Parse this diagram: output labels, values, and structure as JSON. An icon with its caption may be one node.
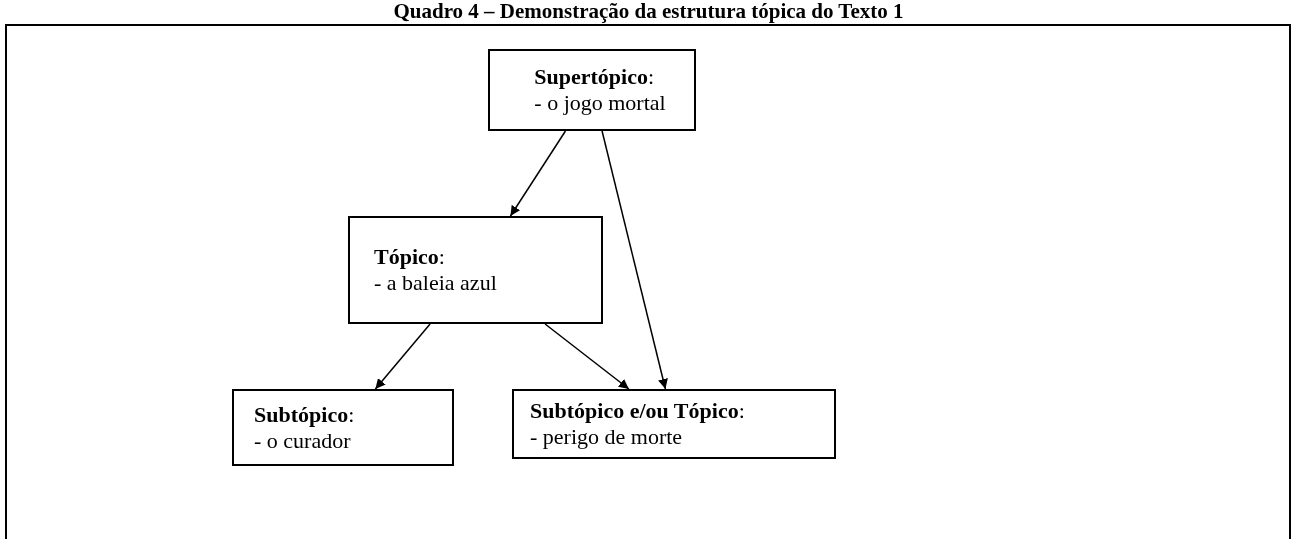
{
  "diagram": {
    "title": "Quadro 4 – Demonstração da estrutura tópica do Texto 1",
    "nodes": [
      {
        "text": [
          "**Supertópico**:",
          "- o jogo mortal"
        ]
      },
      {
        "text": [
          "**Tópico**:",
          "- a baleia azul"
        ]
      },
      {
        "text": [
          "**Subtópico**:",
          "- o curador"
        ]
      },
      {
        "text": [
          "**Subtópico e/ou Tópico**:",
          "- perigo de morte"
        ]
      }
    ],
    "edges": [
      {
        "from": 0,
        "to": 1,
        "arrow": "to"
      },
      {
        "from": 0,
        "to": 3,
        "arrow": "to"
      },
      {
        "from": 1,
        "to": 2,
        "arrow": "to"
      },
      {
        "from": 1,
        "to": 3,
        "arrow": "to"
      }
    ]
  }
}
